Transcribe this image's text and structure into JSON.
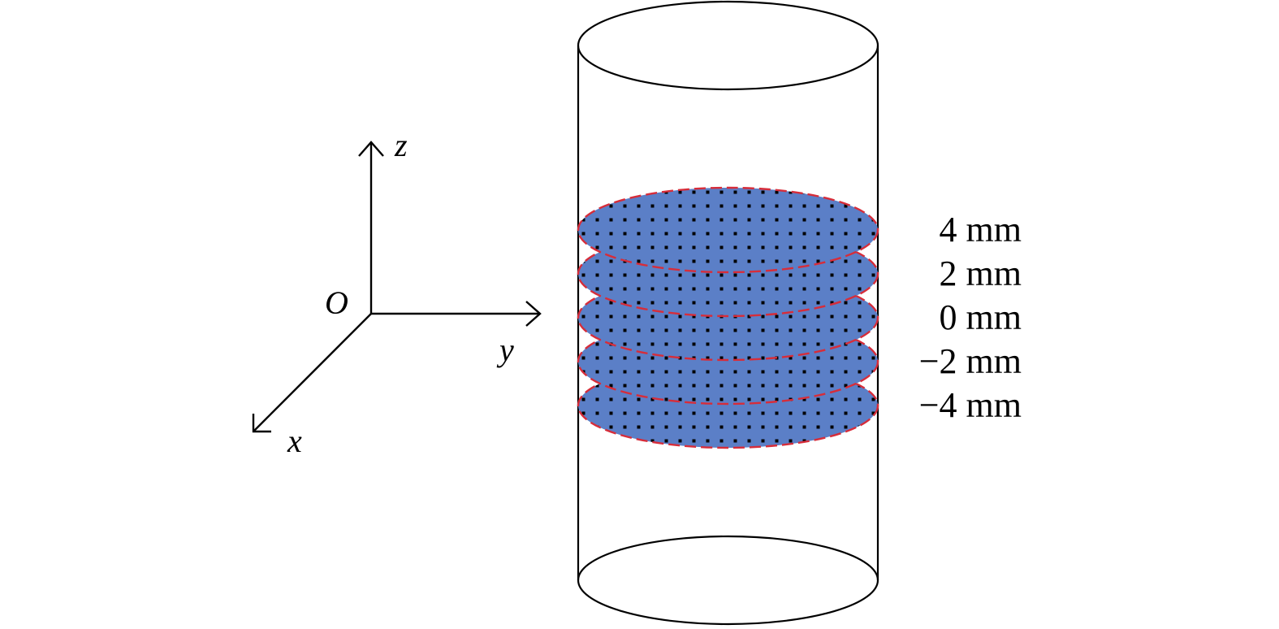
{
  "axes": {
    "origin_label": "O",
    "x_label": "x",
    "y_label": "y",
    "z_label": "z"
  },
  "planes": [
    {
      "label": "4 mm",
      "z_mm": 4
    },
    {
      "label": "2 mm",
      "z_mm": 2
    },
    {
      "label": "0 mm",
      "z_mm": 0
    },
    {
      "label": "−2 mm",
      "z_mm": -2
    },
    {
      "label": "−4 mm",
      "z_mm": -4
    }
  ],
  "colors": {
    "plane_fill": "#5b7fc7",
    "plane_border": "#d62d3a",
    "grid_dot": "#000000",
    "outline": "#000000"
  }
}
